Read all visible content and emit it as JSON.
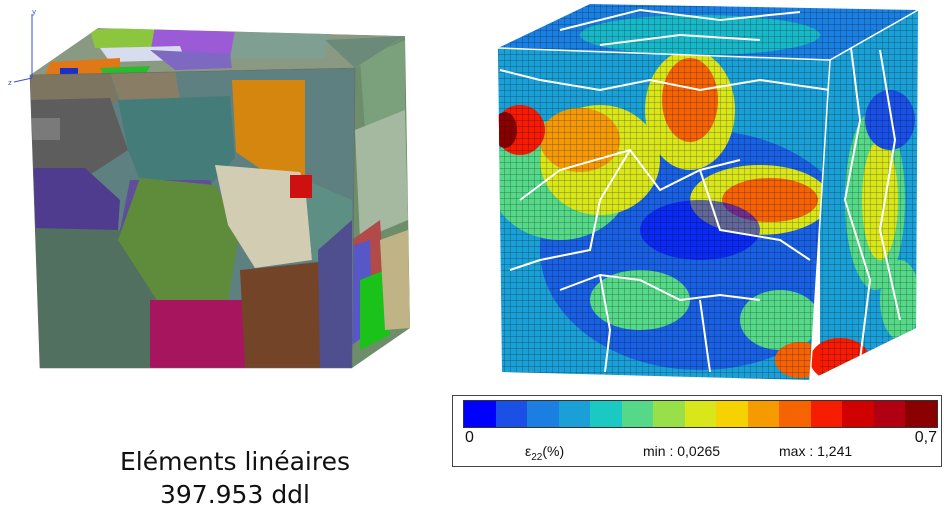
{
  "left_figure": {
    "axis_labels": {
      "y": "y",
      "z": "z"
    },
    "caption": {
      "title": "Eléments linéaires",
      "dofs": "397.953 ddl"
    }
  },
  "right_figure": {
    "legend": {
      "min_tick": "0",
      "max_tick": "0,7",
      "quantity_base": "ε",
      "quantity_sub": "22",
      "quantity_unit": "(%)",
      "min_label": "min : 0,0265",
      "max_label": "max : 1,241",
      "colors": [
        "#0000ff",
        "#1a50e6",
        "#1a7fe0",
        "#1aa0d6",
        "#19c9c2",
        "#55d888",
        "#97e04a",
        "#d8e61a",
        "#f5d200",
        "#f59b00",
        "#f56400",
        "#f51c00",
        "#d10000",
        "#b00012",
        "#8a0000"
      ]
    }
  }
}
